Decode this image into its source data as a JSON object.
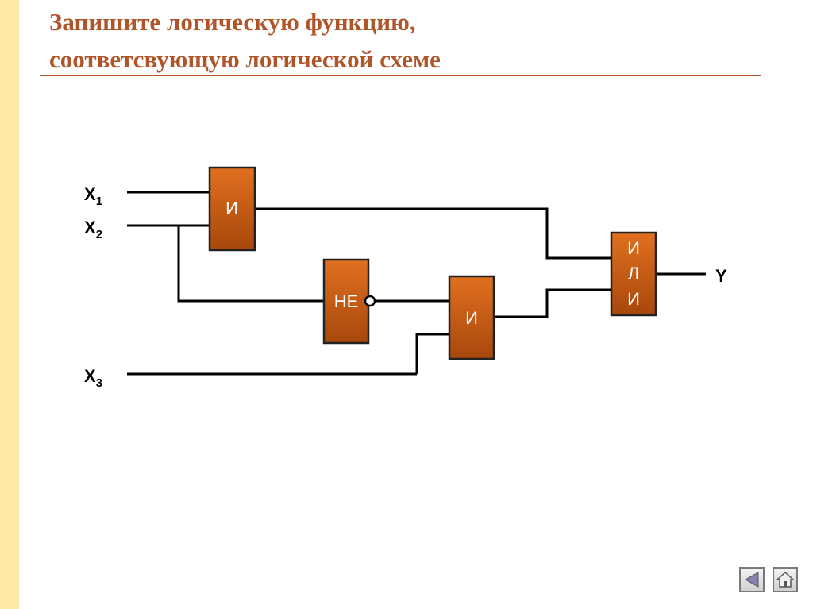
{
  "slide": {
    "title_line1": "Запишите логическую функцию,",
    "title_line2": "соответсвующую логической схеме"
  },
  "diagram": {
    "inputs": [
      {
        "name": "X",
        "sub": "1"
      },
      {
        "name": "X",
        "sub": "2"
      },
      {
        "name": "X",
        "sub": "3"
      }
    ],
    "output": "Y",
    "gates": {
      "and_top": "И",
      "not": "НЕ",
      "and_bottom": "И",
      "or_line1": "И",
      "or_line2": "Л",
      "or_line3": "И"
    },
    "colors": {
      "gate_fill_top": "#e0701f",
      "gate_fill_bottom": "#a8470c",
      "wire": "#000000",
      "title": "#b0552a",
      "stripe": "#fde9a3"
    }
  },
  "nav": {
    "back_icon": "back-arrow-icon",
    "home_icon": "home-icon"
  }
}
